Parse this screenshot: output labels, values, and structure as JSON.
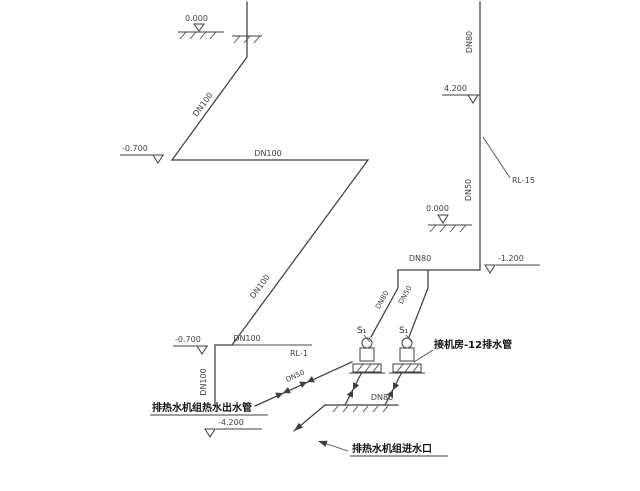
{
  "drawing": {
    "background": "#ffffff",
    "line_color": "#3f3f3f",
    "labels": {
      "elev_top_left": "0.000",
      "dn100_top_diag": "DN100",
      "elev_mid_left": "-0.700",
      "dn100_mid_h": "DN100",
      "dn100_long_diag": "DN100",
      "elev_low_left": "-0.700",
      "dn100_low_h": "DN100",
      "rl_1": "RL-1",
      "dn100_riser": "DN100",
      "outlet_label": "排热水机组热水出水管",
      "elev_bottom": "-4.200",
      "dn50_branch": "DN50",
      "pump1_tag": "S₁",
      "pump2_tag": "S₁",
      "drain_label": "接机房-12排水管",
      "dn80_header_low": "DN80",
      "inlet_label": "排热水机组进水口",
      "dn80_riser_top": "DN80",
      "elev_right_high": "4.200",
      "rl_15": "RL-15",
      "dn50_riser_right": "DN50",
      "elev_right_zero": "0.000",
      "dn80_header_mid": "DN80",
      "elev_right_low": "-1.200",
      "dn80_drop": "DN80",
      "dn50_drop": "DN50"
    }
  }
}
